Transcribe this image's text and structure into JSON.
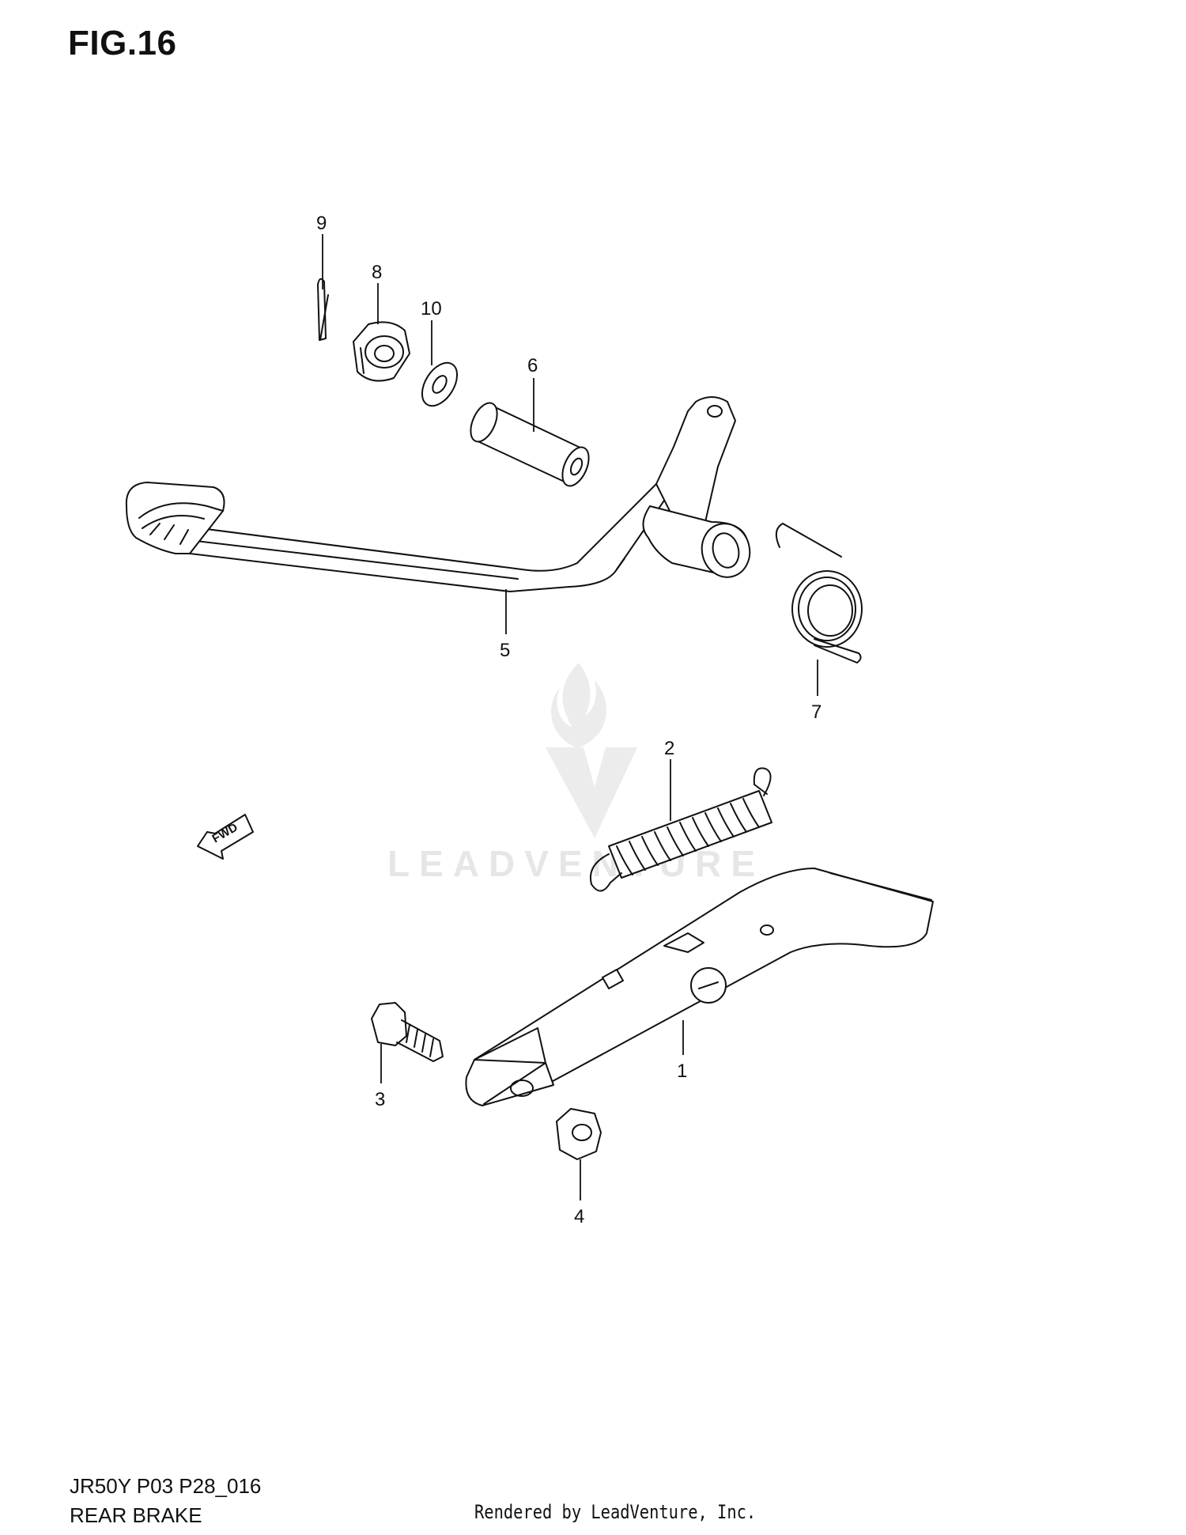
{
  "figure": {
    "title": "FIG.16",
    "model_code": "JR50Y P03 P28_016",
    "section_name": "REAR BRAKE",
    "credit": "Rendered by LeadVenture, Inc.",
    "watermark": "LEADVENTURE",
    "direction_marker": "FWD"
  },
  "callouts": {
    "p1": "1",
    "p2": "2",
    "p3": "3",
    "p4": "4",
    "p5": "5",
    "p6": "6",
    "p7": "7",
    "p8": "8",
    "p9": "9",
    "p10": "10"
  },
  "colors": {
    "line": "#111111",
    "watermark": "#e6e6e6"
  }
}
